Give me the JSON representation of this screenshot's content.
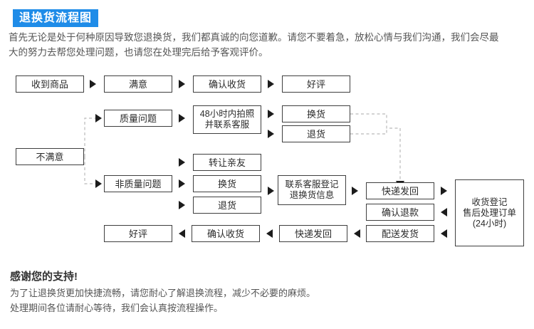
{
  "header": {
    "badge_label": "退换货流程图",
    "intro_line1": "首先无论是处于何种原因导致您退换货，我们都真诚的向您道歉。请您不要着急，放松心情与我们沟通，我们会尽最",
    "intro_line2": "大的努力去帮您处理问题，也请您在处理完后给予客观评价。",
    "badge_color": "#1f8ce8"
  },
  "footer": {
    "thanks_title": "感谢您的支持!",
    "outro_line1": "为了让退换货更加快捷流畅，请您耐心了解退换流程，减少不必要的麻烦。",
    "outro_line2": "处理期间各位请耐心等待，我们会认真按流程操作。"
  },
  "flowchart": {
    "type": "flowchart",
    "title": "退换货流程图",
    "nodes": [
      {
        "id": "n_received",
        "label": "收到商品"
      },
      {
        "id": "n_satisfied",
        "label": "满意"
      },
      {
        "id": "n_confirm_receipt",
        "label": "确认收货"
      },
      {
        "id": "n_good_review",
        "label": "好评"
      },
      {
        "id": "n_quality_issue",
        "label": "质量问题"
      },
      {
        "id": "n_photo_48h",
        "label": "48小时内拍照\n并联系客服"
      },
      {
        "id": "n_exchange_q",
        "label": "换货"
      },
      {
        "id": "n_return_q",
        "label": "退货"
      },
      {
        "id": "n_unsatisfied",
        "label": "不满意"
      },
      {
        "id": "n_transfer",
        "label": "转让亲友"
      },
      {
        "id": "n_nonquality",
        "label": "非质量问题"
      },
      {
        "id": "n_exchange_nq",
        "label": "换货"
      },
      {
        "id": "n_return_nq",
        "label": "退货"
      },
      {
        "id": "n_contact_service",
        "label": "联系客服登记\n退换货信息"
      },
      {
        "id": "n_ship_back_1",
        "label": "快递发回"
      },
      {
        "id": "n_receive_log",
        "label": "收货登记\n售后处理订单\n(24小时)"
      },
      {
        "id": "n_confirm_refund",
        "label": "确认退款"
      },
      {
        "id": "n_deliver_ship",
        "label": "配送发货"
      },
      {
        "id": "n_ship_back_2",
        "label": "快递发回"
      },
      {
        "id": "n_confirm_receipt2",
        "label": "确认收货"
      },
      {
        "id": "n_good_review_2",
        "label": "好评"
      }
    ],
    "edges": [
      {
        "from": "n_received",
        "to": "n_satisfied",
        "style": "solid-arrow"
      },
      {
        "from": "n_satisfied",
        "to": "n_confirm_receipt",
        "style": "solid-arrow"
      },
      {
        "from": "n_confirm_receipt",
        "to": "n_good_review",
        "style": "solid-arrow"
      },
      {
        "from": "n_unsatisfied",
        "to": "n_quality_issue",
        "style": "dashed"
      },
      {
        "from": "n_unsatisfied",
        "to": "n_nonquality",
        "style": "dashed"
      },
      {
        "from": "n_quality_issue",
        "to": "n_photo_48h",
        "style": "solid-arrow"
      },
      {
        "from": "n_photo_48h",
        "to": "n_exchange_q",
        "style": "solid-arrow"
      },
      {
        "from": "n_photo_48h",
        "to": "n_return_q",
        "style": "solid-arrow"
      },
      {
        "from": "n_exchange_q",
        "to": "n_ship_back_1",
        "style": "dashed"
      },
      {
        "from": "n_return_q",
        "to": "n_ship_back_1",
        "style": "dashed"
      },
      {
        "from": "n_nonquality",
        "to": "n_transfer",
        "style": "solid-arrow"
      },
      {
        "from": "n_nonquality",
        "to": "n_exchange_nq",
        "style": "solid-arrow"
      },
      {
        "from": "n_nonquality",
        "to": "n_return_nq",
        "style": "solid-arrow"
      },
      {
        "from": "n_exchange_nq",
        "to": "n_contact_service",
        "style": "solid-arrow"
      },
      {
        "from": "n_contact_service",
        "to": "n_ship_back_1",
        "style": "solid-arrow"
      },
      {
        "from": "n_ship_back_1",
        "to": "n_receive_log",
        "style": "solid-arrow"
      },
      {
        "from": "n_receive_log",
        "to": "n_confirm_refund",
        "style": "solid-arrow-left"
      },
      {
        "from": "n_receive_log",
        "to": "n_deliver_ship",
        "style": "solid-arrow-left"
      },
      {
        "from": "n_deliver_ship",
        "to": "n_ship_back_2",
        "style": "solid-arrow-left"
      },
      {
        "from": "n_ship_back_2",
        "to": "n_confirm_receipt2",
        "style": "solid-arrow-left"
      },
      {
        "from": "n_confirm_receipt2",
        "to": "n_good_review_2",
        "style": "solid-arrow-left"
      }
    ]
  }
}
